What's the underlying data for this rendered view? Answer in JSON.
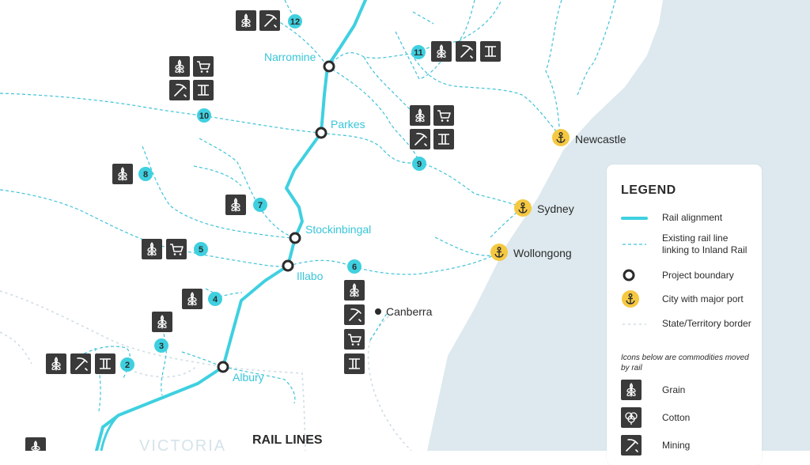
{
  "title": "RAIL LINES",
  "states": [
    "VICTORIA"
  ],
  "cities_on_alignment": [
    {
      "id": "narromine",
      "name": "Narromine"
    },
    {
      "id": "parkes",
      "name": "Parkes"
    },
    {
      "id": "stockinbingal",
      "name": "Stockinbingal"
    },
    {
      "id": "illabo",
      "name": "Illabo"
    },
    {
      "id": "albury",
      "name": "Albury"
    }
  ],
  "ports": [
    {
      "id": "newcastle",
      "name": "Newcastle"
    },
    {
      "id": "sydney",
      "name": "Sydney"
    },
    {
      "id": "wollongong",
      "name": "Wollongong"
    }
  ],
  "other_cities": [
    {
      "id": "canberra",
      "name": "Canberra"
    }
  ],
  "rail_lines": [
    {
      "number": "2",
      "commodities": [
        "grain",
        "mining",
        "steel"
      ]
    },
    {
      "number": "3",
      "commodities": [
        "grain"
      ]
    },
    {
      "number": "4",
      "commodities": [
        "grain"
      ]
    },
    {
      "number": "5",
      "commodities": [
        "grain",
        "cart"
      ]
    },
    {
      "number": "6",
      "commodities": [
        "grain",
        "mining",
        "cart",
        "steel"
      ]
    },
    {
      "number": "7",
      "commodities": [
        "grain"
      ]
    },
    {
      "number": "8",
      "commodities": [
        "grain"
      ]
    },
    {
      "number": "9",
      "commodities": [
        "grain",
        "cart",
        "mining",
        "steel"
      ]
    },
    {
      "number": "10",
      "commodities": [
        "grain",
        "cart",
        "mining",
        "steel"
      ]
    },
    {
      "number": "11",
      "commodities": [
        "grain",
        "mining",
        "steel"
      ]
    },
    {
      "number": "12",
      "commodities": [
        "grain",
        "mining"
      ]
    }
  ],
  "legend": {
    "title": "LEGEND",
    "rail_alignment": "Rail alignment",
    "existing_line": "Existing rail line linking to Inland Rail",
    "project_boundary": "Project boundary",
    "city_port": "City with major port",
    "state_border": "State/Territory border",
    "commodities_note": "Icons below are commodities moved by rail",
    "grain": "Grain",
    "cotton": "Cotton",
    "mining": "Mining"
  },
  "colors": {
    "rail": "#3fd0e0",
    "existing": "#3fc3d8",
    "sea": "#dde9ee",
    "port": "#f5c842",
    "tile": "#3a3a3a",
    "label": "#38c6d9",
    "border": "#cfdde4"
  }
}
